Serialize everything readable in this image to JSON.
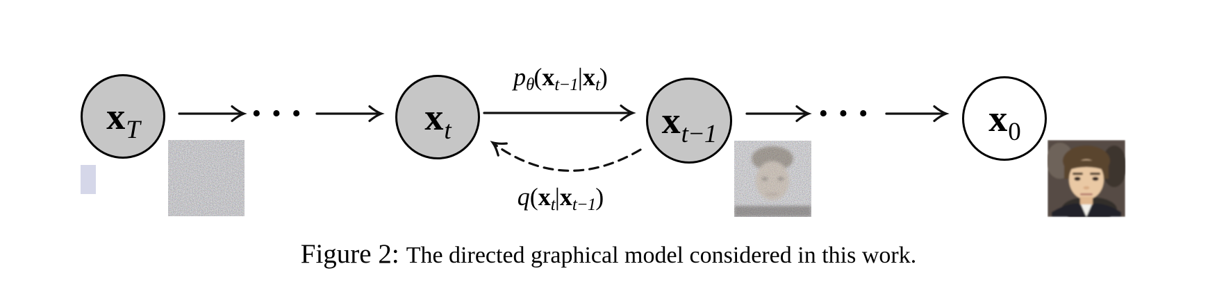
{
  "figure": {
    "caption": {
      "label": "Figure 2:",
      "text": "The directed graphical model considered in this work."
    }
  },
  "diagram": {
    "nodes": [
      {
        "id": "x_T",
        "main": "x",
        "sub": "T",
        "fill": "#c6c6c6"
      },
      {
        "id": "x_t",
        "main": "x",
        "sub": "t",
        "fill": "#c6c6c6"
      },
      {
        "id": "x_t-1",
        "main": "x",
        "sub": "t−1",
        "fill": "#c6c6c6"
      },
      {
        "id": "x_0",
        "main": "x",
        "sub": "0",
        "fill": "#ffffff"
      }
    ],
    "ellipsis_left": "···",
    "ellipsis_right": "···",
    "edge_labels": {
      "p": {
        "fn": "p",
        "fnsub": "θ",
        "open": "(",
        "arg1": "x",
        "arg1sub": "t−1",
        "bar": "|",
        "arg2": "x",
        "arg2sub": "t",
        "close": ")"
      },
      "q": {
        "fn": "q",
        "open": "(",
        "arg1": "x",
        "arg1sub": "t",
        "bar": "|",
        "arg2": "x",
        "arg2sub": "t−1",
        "close": ")"
      }
    },
    "images": [
      {
        "name": "pure-noise-sample"
      },
      {
        "name": "noisy-face-sample"
      },
      {
        "name": "generated-face-sample"
      }
    ],
    "colors": {
      "node_fill": "#c6c6c6",
      "node_stroke": "#000000",
      "selection_mark": "#d5d7e9"
    }
  }
}
